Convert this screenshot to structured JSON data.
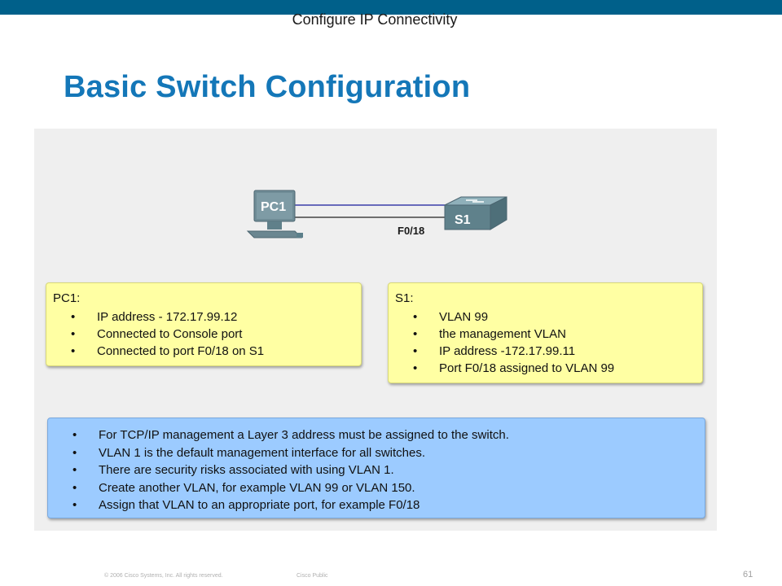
{
  "slide": {
    "title": "Basic Switch Configuration",
    "page_number": "61",
    "footer_copyright": "© 2006 Cisco Systems, Inc. All rights reserved.",
    "footer_classification": "Cisco Public"
  },
  "diagram": {
    "title": "Configure IP Connectivity",
    "pc_label": "PC1",
    "switch_label": "S1",
    "port_label": "F0/18"
  },
  "pc1_card": {
    "title": "PC1:",
    "items": [
      "IP address - 172.17.99.12",
      "Connected to Console port",
      "Connected to port F0/18 on S1"
    ]
  },
  "s1_card": {
    "title": "S1:",
    "items": [
      "VLAN 99",
      "the management VLAN",
      "IP address -172.17.99.11",
      "Port F0/18 assigned to VLAN 99"
    ]
  },
  "notes": {
    "items": [
      "For TCP/IP management a Layer 3 address must be assigned to the switch.",
      "VLAN 1 is the default management interface for all switches.",
      "There are security risks associated with using VLAN 1.",
      "Create another VLAN, for example VLAN 99 or VLAN 150.",
      "Assign that VLAN to an appropriate port, for example F0/18"
    ]
  },
  "colors": {
    "top_bar": "#00608a",
    "title": "#1477b8",
    "yellow_card": "#ffffa3",
    "blue_card": "#9ccbff",
    "device": "#5c7f8a"
  }
}
